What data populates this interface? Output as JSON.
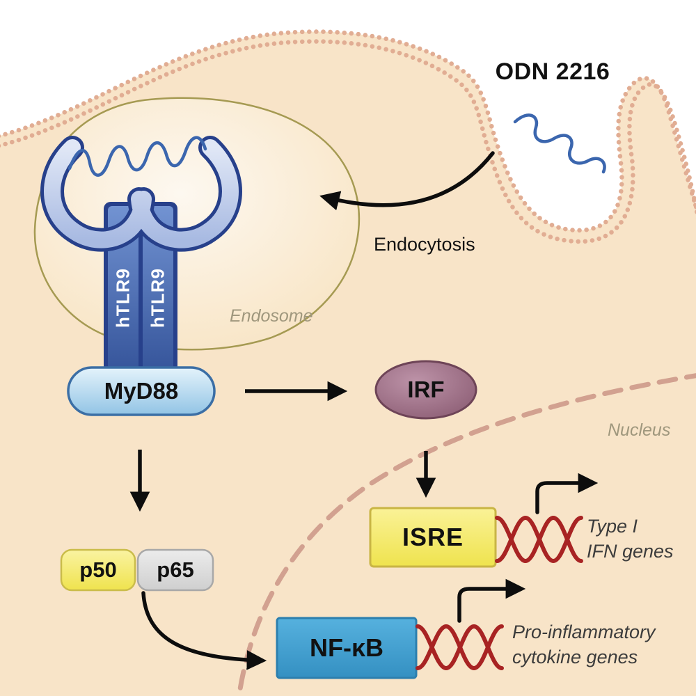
{
  "figure": {
    "odn_label": "ODN 2216",
    "endocytosis_label": "Endocytosis",
    "endosome_label": "Endosome",
    "nucleus_label": "Nucleus",
    "receptor_label_left": "hTLR9",
    "receptor_label_right": "hTLR9",
    "adaptor_label": "MyD88",
    "irf_label": "IRF",
    "isre_label": "ISRE",
    "nfkb_label": "NF-κB",
    "p50_label": "p50",
    "p65_label": "p65",
    "type1_genes_line1": "Type I",
    "type1_genes_line2": "IFN genes",
    "proinflammatory_line1": "Pro-inflammatory",
    "proinflammatory_line2": "cytokine genes"
  },
  "colors": {
    "background_cell": "#f8e4c8",
    "extracellular": "#ffffff",
    "membrane_dots": "#e1ad93",
    "endosome_outline": "#a59a52",
    "receptor_outline": "#27408b",
    "receptor_body": "#c7d2ec",
    "receptor_stem": "#3f63ad",
    "odn_dna_blue": "#3b66ae",
    "myd88_fill": "#a9d2ec",
    "irf_fill": "#96687e",
    "isre_fill": "#f6ec69",
    "p50_fill": "#f6ec69",
    "p65_fill": "#dcdcdc",
    "nfkb_fill": "#3e9ed0",
    "helix_red": "#a82323",
    "nucleus_dash": "#d2a190",
    "arrow": "#0d0d0d"
  }
}
